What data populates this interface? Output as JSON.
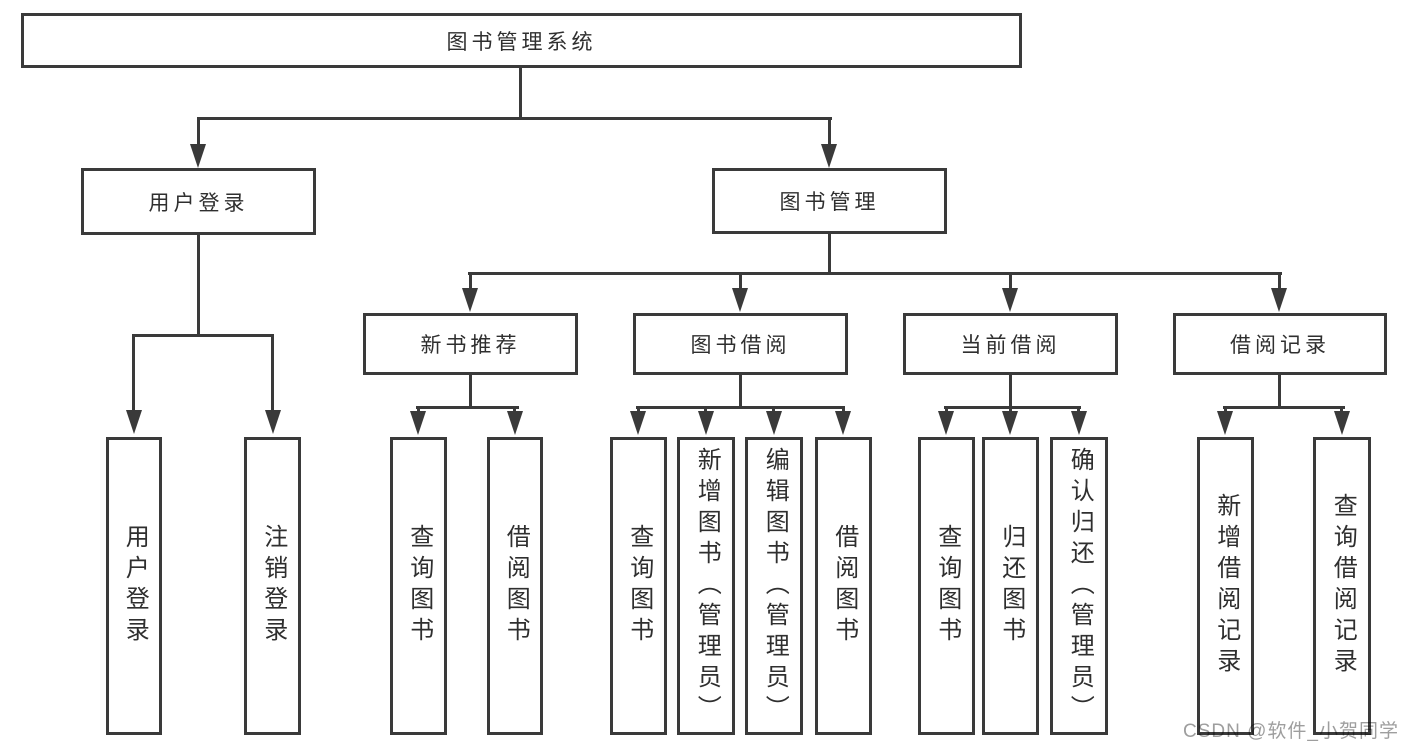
{
  "tree": {
    "root": "图书管理系统",
    "branches": [
      {
        "label": "用户登录",
        "leaves": [
          "用户登录",
          "注销登录"
        ]
      },
      {
        "label": "图书管理",
        "sections": [
          {
            "label": "新书推荐",
            "leaves": [
              "查询图书",
              "借阅图书"
            ]
          },
          {
            "label": "图书借阅",
            "leaves": [
              "查询图书",
              "新增图书（管理员）",
              "编辑图书（管理员）",
              "借阅图书"
            ]
          },
          {
            "label": "当前借阅",
            "leaves": [
              "查询图书",
              "归还图书",
              "确认归还（管理员）"
            ]
          },
          {
            "label": "借阅记录",
            "leaves": [
              "新增借阅记录",
              "查询借阅记录"
            ]
          }
        ]
      }
    ]
  },
  "watermark": "CSDN @软件_小贺同学",
  "colors": {
    "line": "#3a3a3a",
    "text": "#2f2f2f",
    "background": "#ffffff",
    "watermark": "#9e9e9e"
  }
}
